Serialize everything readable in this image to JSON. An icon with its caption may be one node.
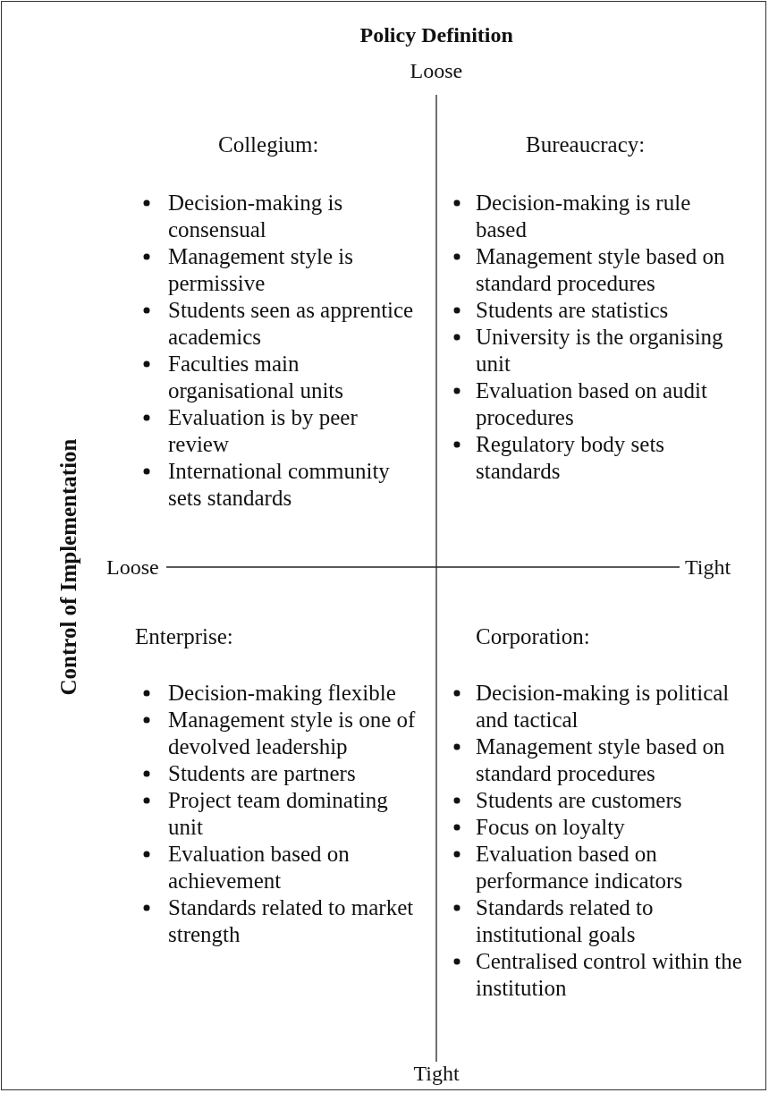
{
  "diagram": {
    "labels": [
      "Policy Definition",
      "Loose",
      "Collegium:",
      "Decision-making is consensual",
      "Management style is permissive",
      "Students seen as apprentice academics",
      "Faculties main organisational units",
      "Evaluation is by peer review",
      "International community sets standards",
      "Bureaucracy:",
      "Decision-making is rule based",
      "Management style based on standard procedures",
      "Students are statistics",
      "University is the organising unit",
      "Evaluation based on audit procedures",
      "Regulatory body sets standards",
      "Control of Implementation",
      "Loose",
      "Tight",
      "Enterprise:",
      "Decision-making flexible",
      "Management style is one of devolved leadership",
      "Students are partners",
      "Project team dominating unit",
      "Evaluation based on achievement",
      "Standards related to market strength",
      "Corporation:",
      "Decision-making is political and tactical",
      "Management style based on standard procedures",
      "Students are customers",
      "Focus on loyalty",
      "Evaluation based on performance indicators",
      "Standards related to institutional goals",
      "Centralised control within the institution",
      "Tight"
    ]
  }
}
